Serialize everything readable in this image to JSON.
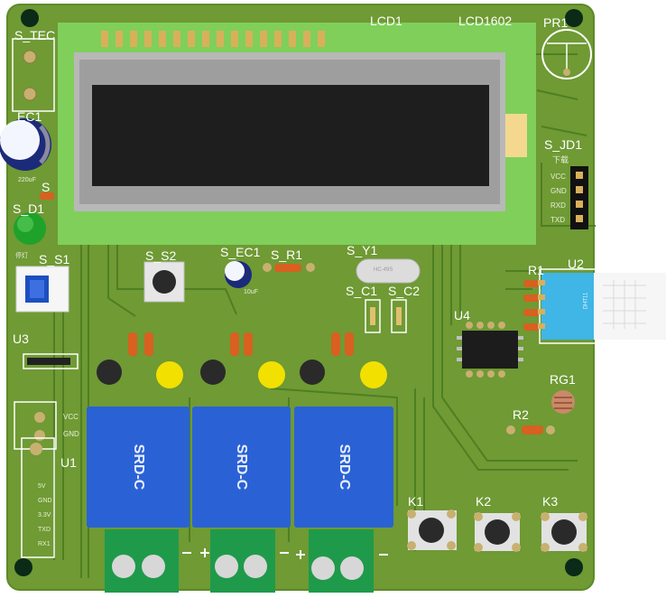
{
  "board": {
    "colors": {
      "pcb": "#6f9a34",
      "pcb_edge": "#5d8a28",
      "trace": "#4f7f22",
      "silk": "#ffffff",
      "lcd_frame": "#7fcf5a",
      "lcd_bezel": "#b8b8b8",
      "lcd_glass": "#1e1e1e",
      "relay": "#2a62d6",
      "terminal": "#1f9a4a",
      "led_yellow": "#f2e000",
      "sensor": "#3fb6e6"
    }
  },
  "labels": {
    "lcd1": "LCD1",
    "lcd1602": "LCD1602",
    "pr1": "PR1",
    "s_tec": "S_TEC",
    "ec1": "EC1",
    "ec1_value": "220uF",
    "s": "S",
    "s_d1": "S_D1",
    "s_jd1": "S_JD1",
    "download": "下载",
    "vcc": "VCC",
    "gnd": "GND",
    "rxd": "RXD",
    "txd": "TXD",
    "s_s1": "S_S1",
    "s_s1_sub": "停灯",
    "s_s2": "S_S2",
    "s_ec1": "S_EC1",
    "s_ec1_value": "10uF",
    "s_r1": "S_R1",
    "s_y1": "S_Y1",
    "crystal": "HC-49S",
    "s_c1": "S_C1",
    "s_c2": "S_C2",
    "r1": "R1",
    "u2": "U2",
    "u4": "U4",
    "u3": "U3",
    "u1": "U1",
    "rg1": "RG1",
    "r2": "R2",
    "k1": "K1",
    "k2": "K2",
    "k3": "K3",
    "relay": "SRD-C",
    "u1_pins": [
      "5V",
      "GND",
      "3.3V",
      "TXD",
      "RX1"
    ],
    "j_vcc": "VCC",
    "j_gnd": "GND",
    "sensor_chars": "DHT11"
  }
}
